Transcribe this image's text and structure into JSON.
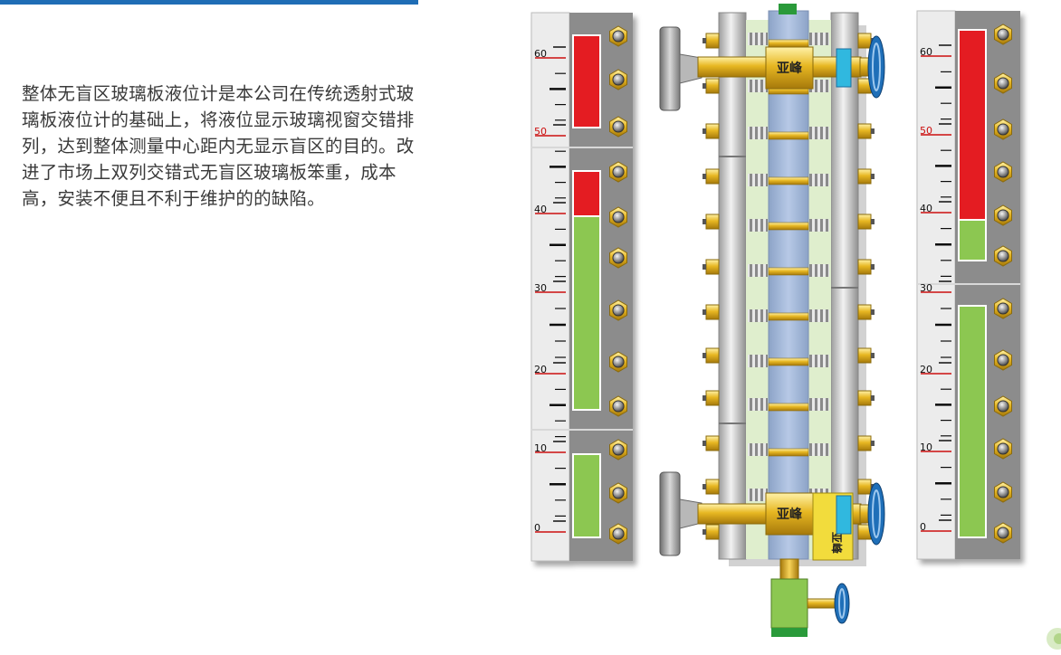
{
  "description": "整体无盲区玻璃板液位计是本公司在传统透射式玻璃板液位计的基础上，将液位显示玻璃视窗交错排列，达到整体测量中心距内无显示盲区的目的。改进了市场上双列交错式无盲区玻璃板笨重，成本高，安装不便且不利于维护的的缺陷。",
  "colors": {
    "accent_bar": "#1f6db5",
    "liquid": "#8cc751",
    "empty": "#e41e20",
    "brass": "#e7b722",
    "valve": "#2a7fc4"
  },
  "left_gauge": {
    "labels": [
      "60",
      "50",
      "40",
      "30",
      "20",
      "10",
      "0"
    ],
    "red_labels": [
      "50"
    ]
  },
  "right_gauge": {
    "labels": [
      "60",
      "50",
      "40",
      "30",
      "20",
      "10",
      "0"
    ],
    "red_labels": [
      "50"
    ]
  },
  "brand_top": "亚峰",
  "brand_bottom": "亚峰",
  "side_tag": "亚峰"
}
